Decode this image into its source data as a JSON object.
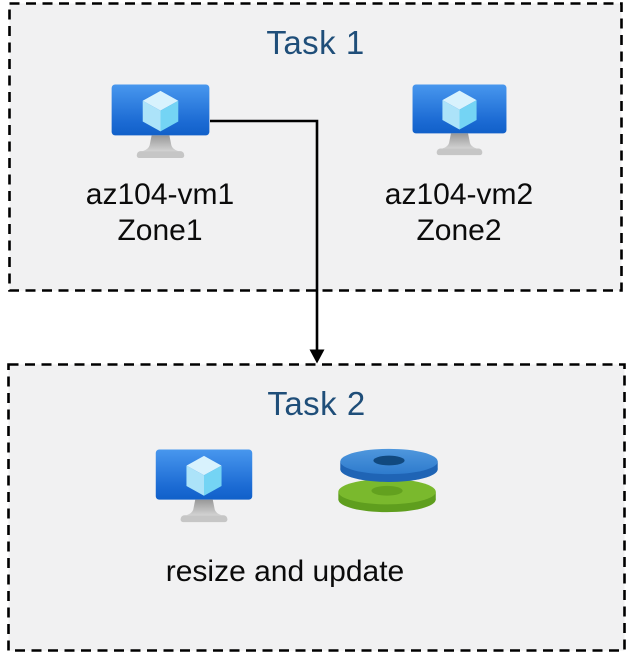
{
  "diagram": {
    "tasks": [
      {
        "title": "Task 1",
        "items": [
          {
            "icon": "azure-vm-icon",
            "name": "az104-vm1",
            "zone": "Zone1"
          },
          {
            "icon": "azure-vm-icon",
            "name": "az104-vm2",
            "zone": "Zone2"
          }
        ]
      },
      {
        "title": "Task 2",
        "icons": [
          "azure-vm-icon",
          "azure-disks-icon"
        ],
        "caption": "resize and update"
      }
    ],
    "connector": {
      "type": "elbow-arrow",
      "from": "az104-vm1",
      "to": "Task 2"
    },
    "colors": {
      "task_title": "#1f4e79",
      "box_fill": "#f1f1f2",
      "box_border": "#000000",
      "label_text": "#0b0b0b",
      "vm_screen_top": "#4897ee",
      "vm_screen_bottom": "#1160c9",
      "cube_top": "#d8f2fd",
      "cube_left": "#ace3f9",
      "cube_right": "#74d4f4",
      "stand_gray": "#c4c4c4",
      "disk_blue_top": "#3a87d4",
      "disk_blue_side": "#1f64b5",
      "disk_blue_hole": "#11497f",
      "disk_green_top": "#7ab92d",
      "disk_green_side": "#5f9e1e",
      "disk_green_hole": "#63a11f",
      "arrow": "#000000"
    }
  }
}
